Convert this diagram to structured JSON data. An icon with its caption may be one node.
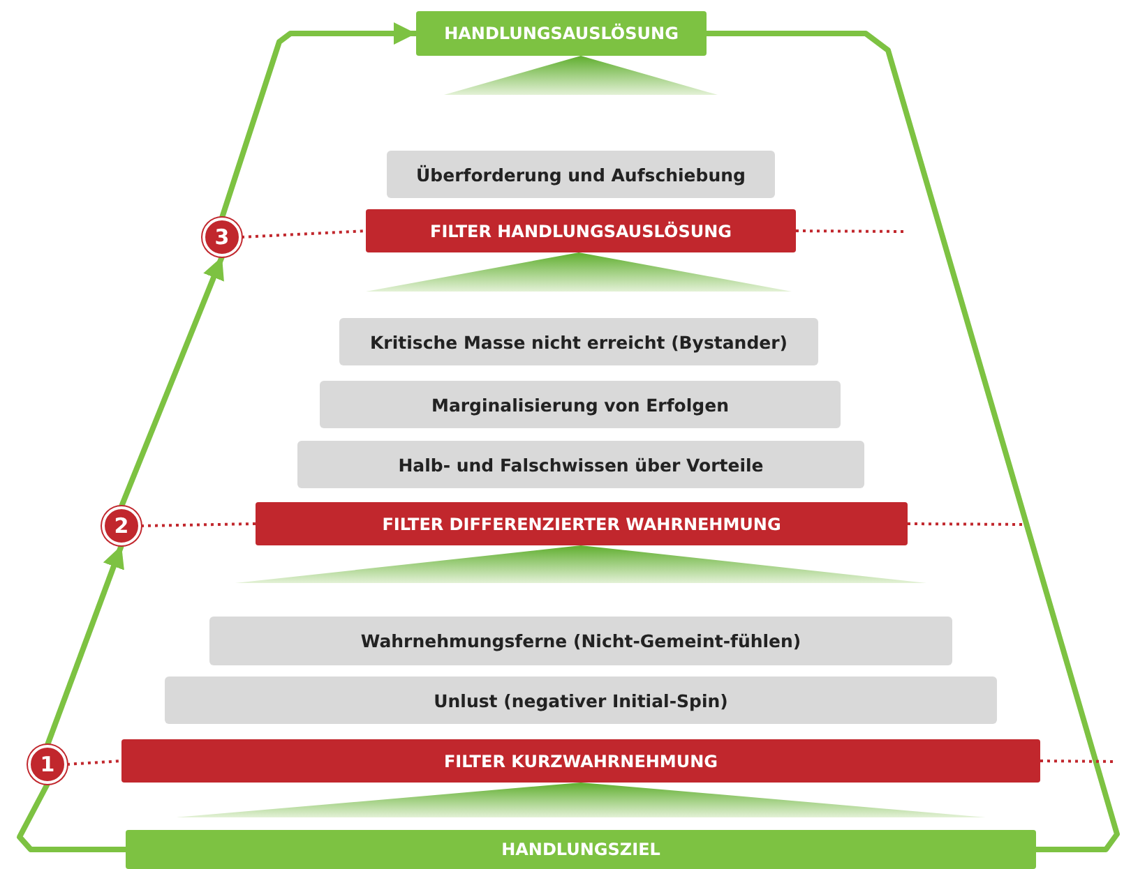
{
  "diagram": {
    "nodes": [
      {
        "text": [
          "HANDLUNGSAUSLÖSUNG"
        ]
      },
      {
        "text": [
          "Überforderung und Aufschiebung"
        ]
      },
      {
        "text": [
          "3"
        ]
      },
      {
        "text": [
          "FILTER HANDLUNGSAUSLÖSUNG"
        ]
      },
      {
        "text": [
          "Kritische Masse nicht erreicht (Bystander)"
        ]
      },
      {
        "text": [
          "Marginalisierung von Erfolgen"
        ]
      },
      {
        "text": [
          "Halb- und Falschwissen über Vorteile"
        ]
      },
      {
        "text": [
          "2"
        ]
      },
      {
        "text": [
          "FILTER DIFFERENZIERTER WAHRNEHMUNG"
        ]
      },
      {
        "text": [
          "Wahrnehmungsferne (Nicht-Gemeint-fühlen)"
        ]
      },
      {
        "text": [
          "Unlust (negativer Initial-Spin)"
        ]
      },
      {
        "text": [
          "1"
        ]
      },
      {
        "text": [
          "FILTER KURZWAHRNEHMUNG"
        ]
      },
      {
        "text": [
          "HANDLUNGSZIEL"
        ]
      }
    ],
    "edges": [
      {
        "from": 13,
        "to": 11,
        "arrow": "none",
        "style": "thick",
        "color": "#7dc242"
      },
      {
        "from": 11,
        "to": 7,
        "arrow": "to",
        "style": "thick",
        "color": "#7dc242"
      },
      {
        "from": 7,
        "to": 2,
        "arrow": "to",
        "style": "thick",
        "color": "#7dc242"
      },
      {
        "from": 2,
        "to": 0,
        "arrow": "to",
        "style": "thick",
        "color": "#7dc242"
      },
      {
        "from": 0,
        "to": 13,
        "arrow": "none",
        "style": "thick",
        "color": "#7dc242"
      },
      {
        "from": 2,
        "to": 3,
        "arrow": "none",
        "style": "dashed",
        "color": "#c1272d"
      },
      {
        "from": 3,
        "to": null,
        "arrow": "none",
        "style": "dashed",
        "color": "#c1272d"
      },
      {
        "from": 7,
        "to": 8,
        "arrow": "none",
        "style": "dashed",
        "color": "#c1272d"
      },
      {
        "from": 8,
        "to": null,
        "arrow": "none",
        "style": "dashed",
        "color": "#c1272d"
      },
      {
        "from": 11,
        "to": 12,
        "arrow": "none",
        "style": "dashed",
        "color": "#c1272d"
      },
      {
        "from": 12,
        "to": null,
        "arrow": "none",
        "style": "dashed",
        "color": "#c1272d"
      },
      {
        "from": 13,
        "to": 12,
        "arrow": "to"
      },
      {
        "from": 9,
        "to": 8,
        "arrow": "to"
      },
      {
        "from": 4,
        "to": 3,
        "arrow": "to"
      },
      {
        "from": 1,
        "to": 0,
        "arrow": "to"
      }
    ]
  }
}
